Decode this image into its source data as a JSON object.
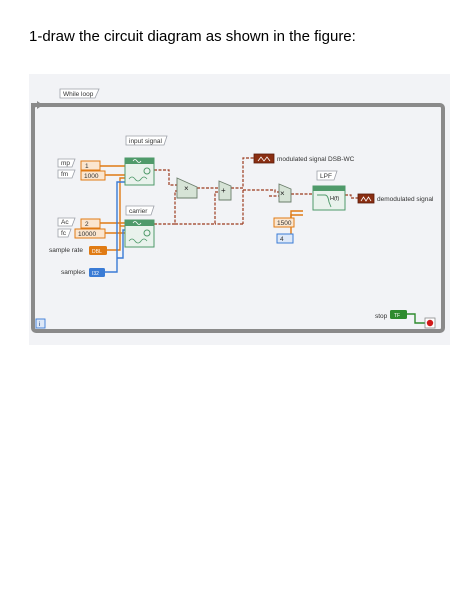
{
  "heading": "1-draw the circuit diagram as shown in the figure:",
  "diagram": {
    "while_loop_label": "While loop",
    "input_signal_label": "input signal",
    "carrier_label": "carrier",
    "lpf_label": "LPF",
    "modulated_label": "modulated signal DSB-WC",
    "demodulated_label": "demodulated signal",
    "mp_label": "mp",
    "mp_value": "1",
    "fm_label": "fm",
    "fm_value": "1000",
    "ac_label": "Ac",
    "ac_value": "2",
    "fc_label": "fc",
    "fc_value": "10000",
    "sample_rate_label": "sample rate",
    "sample_rate_value": "DBL",
    "samples_label": "samples",
    "samples_value": "I32",
    "cutoff_value": "1500",
    "order_value": "4",
    "lpf_symbol": "H(f)",
    "stop_label": "stop",
    "stop_value": "TF",
    "iteration_label": "i",
    "multiply_symbol": "×",
    "add_symbol": "+",
    "colors": {
      "loop_frame": "#8a8a8a",
      "orange_wire": "#e07b14",
      "blue_wire": "#3a7bd5",
      "waveform_wire": "#9b3a1e",
      "bool_wire": "#2e8b2e",
      "vi_green": "#4f9a6a"
    }
  }
}
